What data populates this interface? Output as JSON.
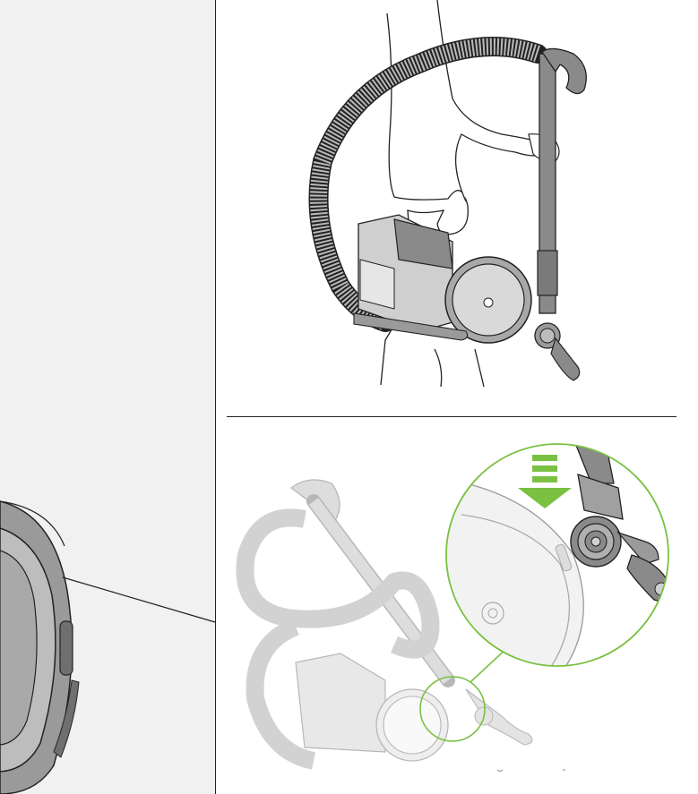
{
  "figure": {
    "left_panel": {
      "content": "zoomed-cylinder-wheel-detail"
    },
    "top_illustration": {
      "content": "person-carrying-vacuum-by-handle-with-wand"
    },
    "bottom_illustration": {
      "content": "vacuum-with-wand-docked-on-cylinder",
      "callout": "magnified-docking-point",
      "arrow_direction": "down"
    },
    "colors": {
      "accent_green": "#7ac142",
      "outline": "#222222",
      "fill_grey": "#8a8a8a",
      "light_fill": "#d9d9d9",
      "left_bg": "#f1f1f1"
    }
  }
}
